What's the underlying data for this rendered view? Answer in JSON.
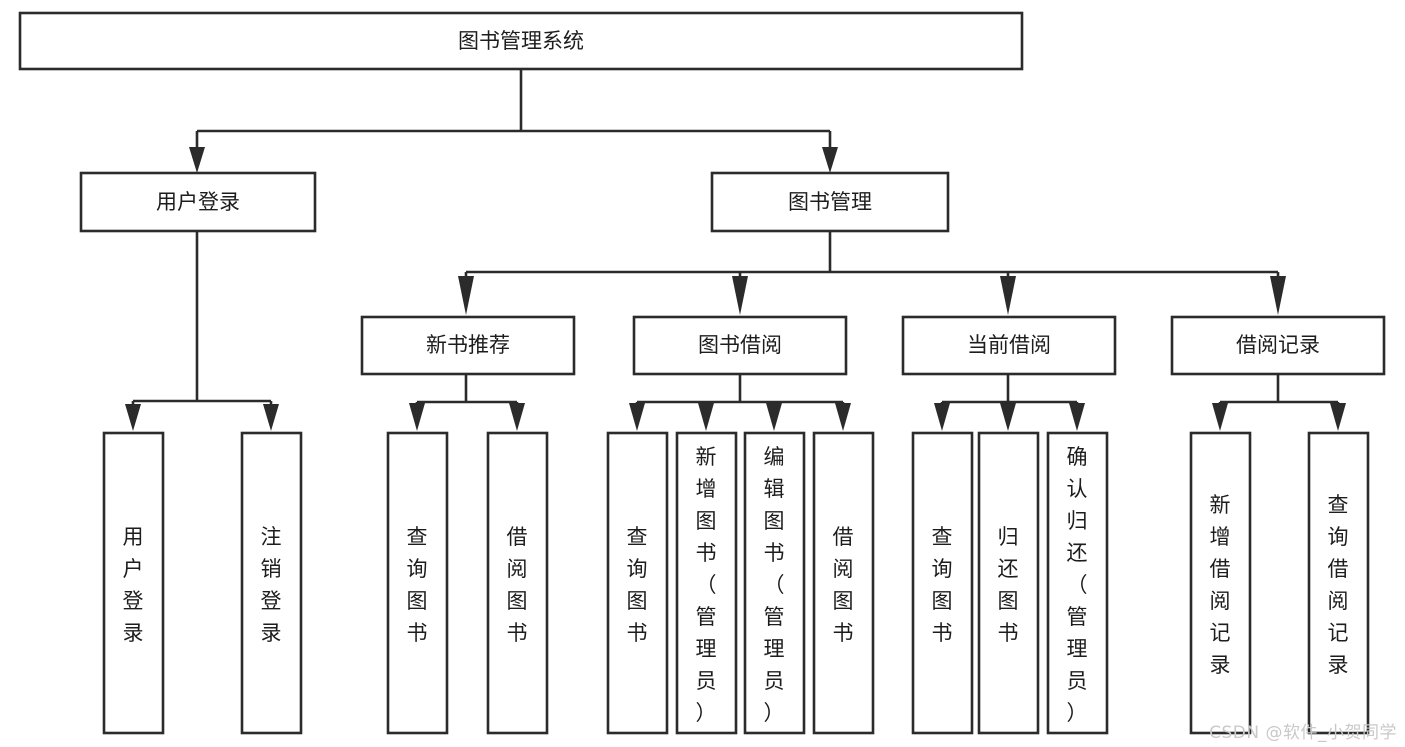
{
  "diagram": {
    "type": "tree",
    "title": "图书管理系统",
    "watermark": "CSDN @软件_小贺同学",
    "colors": {
      "box_stroke": "#2b2b2b",
      "box_fill": "#ffffff",
      "text": "#1d1d1d",
      "watermark": "#c9c9c9"
    },
    "nodes": {
      "root": {
        "label": "图书管理系统"
      },
      "l1": [
        {
          "id": "user-login",
          "label": "用户登录"
        },
        {
          "id": "book-manage",
          "label": "图书管理"
        }
      ],
      "l2": [
        {
          "id": "new-book-recommend",
          "label": "新书推荐"
        },
        {
          "id": "book-borrow",
          "label": "图书借阅"
        },
        {
          "id": "current-borrow",
          "label": "当前借阅"
        },
        {
          "id": "borrow-record",
          "label": "借阅记录"
        }
      ],
      "leaves": [
        {
          "id": "leaf-user-login",
          "label": "用户登录",
          "parent": "user-login"
        },
        {
          "id": "leaf-logout",
          "label": "注销登录",
          "parent": "user-login"
        },
        {
          "id": "leaf-query-book-1",
          "label": "查询图书",
          "parent": "new-book-recommend"
        },
        {
          "id": "leaf-borrow-book-1",
          "label": "借阅图书",
          "parent": "new-book-recommend"
        },
        {
          "id": "leaf-query-book-2",
          "label": "查询图书",
          "parent": "book-borrow"
        },
        {
          "id": "leaf-add-book",
          "label": "新增图书（管理员）",
          "parent": "book-borrow"
        },
        {
          "id": "leaf-edit-book",
          "label": "编辑图书（管理员）",
          "parent": "book-borrow"
        },
        {
          "id": "leaf-borrow-book-2",
          "label": "借阅图书",
          "parent": "book-borrow"
        },
        {
          "id": "leaf-query-book-3",
          "label": "查询图书",
          "parent": "current-borrow"
        },
        {
          "id": "leaf-return-book",
          "label": "归还图书",
          "parent": "current-borrow"
        },
        {
          "id": "leaf-confirm-return",
          "label": "确认归还（管理员）",
          "parent": "current-borrow"
        },
        {
          "id": "leaf-add-record",
          "label": "新增借阅记录",
          "parent": "borrow-record"
        },
        {
          "id": "leaf-query-record",
          "label": "查询借阅记录",
          "parent": "borrow-record"
        }
      ]
    }
  }
}
